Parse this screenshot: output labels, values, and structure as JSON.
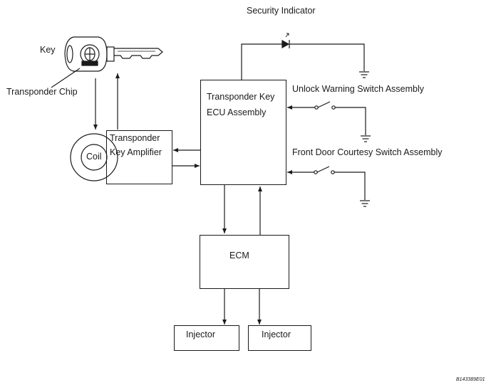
{
  "labels": {
    "security_indicator": "Security Indicator",
    "key": "Key",
    "transponder_chip": "Transponder Chip",
    "coil": "Coil",
    "unlock_warning": "Unlock Warning Switch Assembly",
    "front_door": "Front Door Courtesy Switch Assembly",
    "figure_id": "B143389E01"
  },
  "blocks": {
    "amplifier": {
      "line1": "Transponder",
      "line2": "Key Amplifier"
    },
    "ecu": {
      "line1": "Transponder Key",
      "line2": "ECU Assembly"
    },
    "ecm": {
      "label": "ECM"
    },
    "injector_left": {
      "label": "Injector"
    },
    "injector_right": {
      "label": "Injector"
    }
  }
}
